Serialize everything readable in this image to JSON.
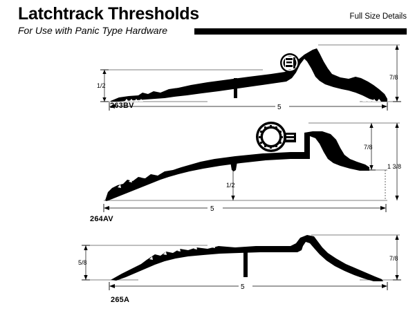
{
  "header": {
    "title": "Latchtrack Thresholds",
    "subtitle": "For Use with Panic Type Hardware",
    "note": "Full Size Details"
  },
  "drawings": [
    {
      "part_number": "263BV",
      "dimensions": {
        "left_height": "1/2",
        "right_height": "7/8",
        "width": "5"
      },
      "features": {
        "vinyl_insert": "vinyl-seal-circle",
        "ribbed_surface": "serrated-tread",
        "anchor_fin": "center-fin"
      }
    },
    {
      "part_number": "264AV",
      "dimensions": {
        "fin_depth": "1/2",
        "upper_height": "7/8",
        "overall_height": "1 3/8",
        "width": "5"
      },
      "features": {
        "vinyl_insert": "vinyl-seal-circle",
        "ribbed_surface": "serrated-tread",
        "anchor_fin": "center-fin"
      }
    },
    {
      "part_number": "265A",
      "dimensions": {
        "left_height": "5/8",
        "right_height": "7/8",
        "width": "5"
      },
      "features": {
        "ribbed_surface": "serrated-tread",
        "anchor_fin": "center-fin"
      }
    }
  ],
  "colors": {
    "ink": "#000000",
    "paper": "#ffffff"
  }
}
